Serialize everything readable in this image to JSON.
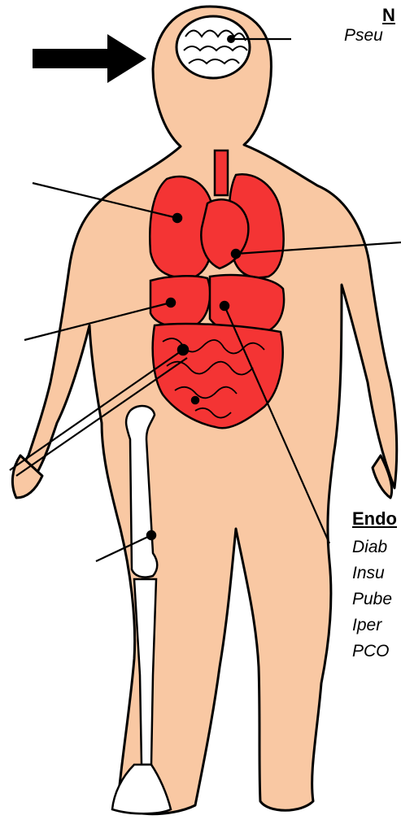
{
  "colors": {
    "skin": "#F9C8A3",
    "organ": "#F43434",
    "bone": "#FFFFFF",
    "outline": "#000000"
  },
  "labels": {
    "top_heading": "N",
    "top_sub": "Pseu",
    "endo_heading": "Endo",
    "endo_items": [
      "Diab",
      "Insu",
      "Pube",
      "Iper",
      "PCO"
    ]
  },
  "icons": {
    "pointer": "right-arrow-icon"
  }
}
